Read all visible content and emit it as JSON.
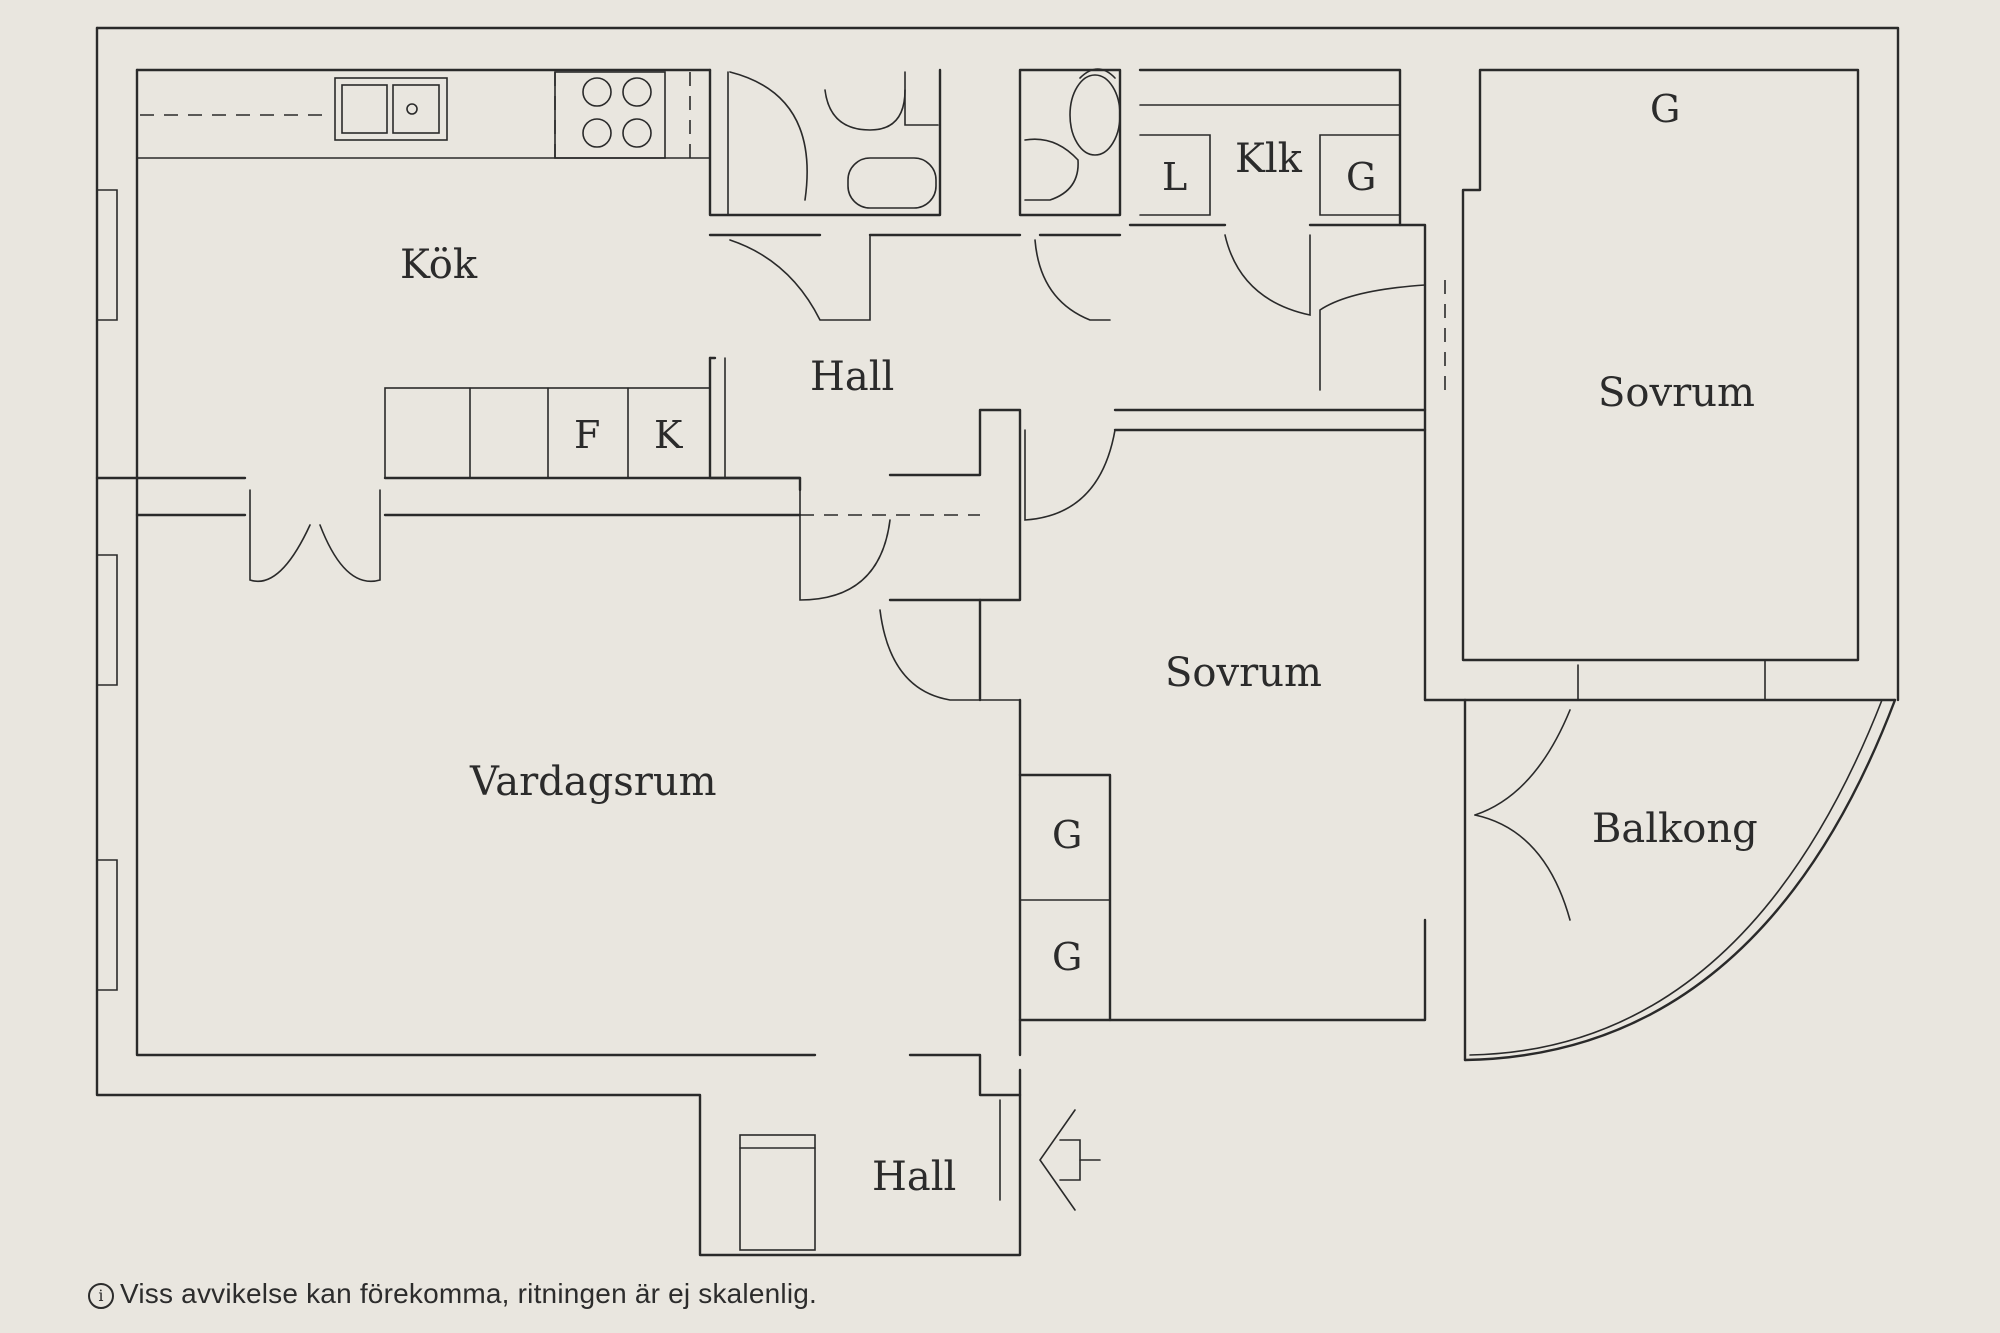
{
  "rooms": {
    "kitchen": "Kök",
    "hall_upper": "Hall",
    "hall_lower": "Hall",
    "bedroom_right": "Sovrum",
    "bedroom_center": "Sovrum",
    "living_room": "Vardagsrum",
    "balcony": "Balkong",
    "closet": "Klk"
  },
  "storage_labels": {
    "fridge": "F",
    "freezer": "K",
    "linen": "L",
    "wardrobe_closet": "G",
    "wardrobe_bedroom_top": "G",
    "wardrobe_center_1": "G",
    "wardrobe_center_2": "G"
  },
  "footer": {
    "icon": "info-icon",
    "note": "Viss avvikelse kan förekomma, ritningen är ej skalenlig."
  },
  "colors": {
    "paper": "#e9e6df",
    "ink": "#2a2a2a"
  }
}
